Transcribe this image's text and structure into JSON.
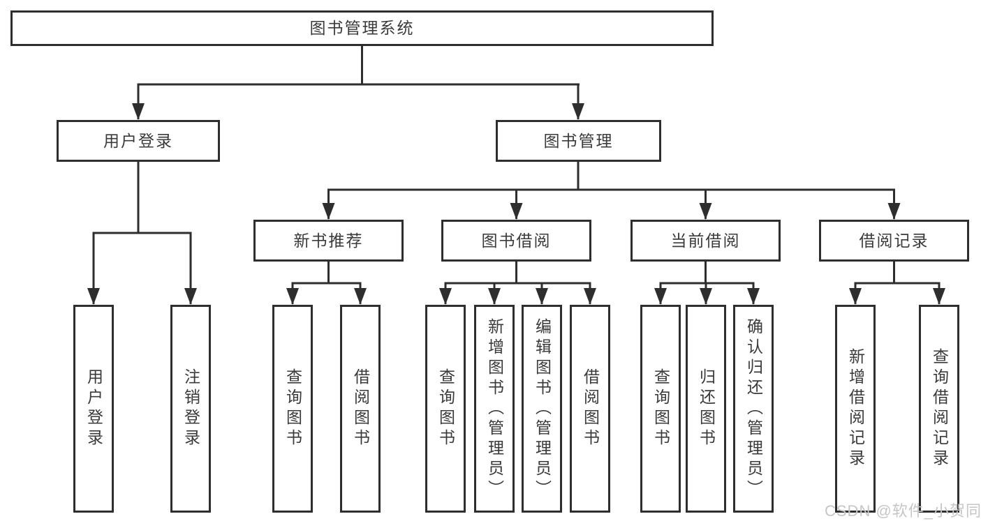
{
  "diagram": {
    "root": {
      "label": "图书管理系统"
    },
    "level2": [
      {
        "label": "用户登录"
      },
      {
        "label": "图书管理"
      }
    ],
    "level3": [
      {
        "label": "新书推荐"
      },
      {
        "label": "图书借阅"
      },
      {
        "label": "当前借阅"
      },
      {
        "label": "借阅记录"
      }
    ],
    "leaves": {
      "user_login": [
        "用户登录",
        "注销登录"
      ],
      "new_book_rec": [
        "查询图书",
        "借阅图书"
      ],
      "book_borrow": [
        "查询图书",
        "新增图书（管理员）",
        "编辑图书（管理员）",
        "借阅图书"
      ],
      "current_borrow": [
        "查询图书",
        "归还图书",
        "确认归还（管理员）"
      ],
      "borrow_records": [
        "新增借阅记录",
        "查询借阅记录"
      ]
    }
  },
  "watermark": "CSDN @软件_小贺同学",
  "colors": {
    "line": "#2e2e2e",
    "text": "#3a3a3a",
    "watermark": "#c6c6c6",
    "background": "#ffffff"
  }
}
